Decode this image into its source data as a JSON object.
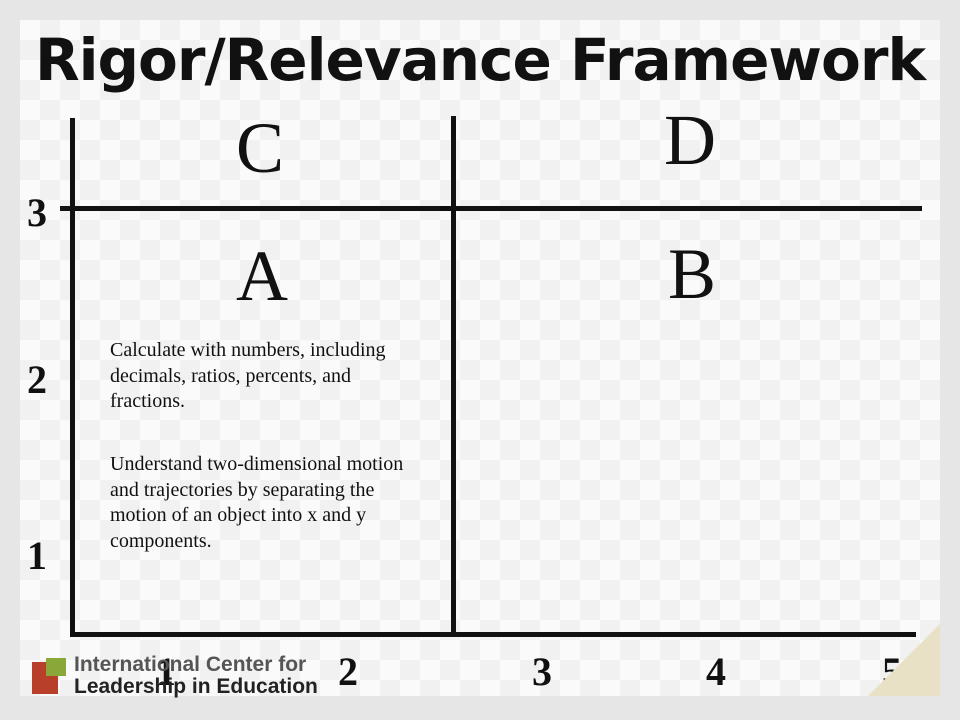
{
  "title": "Rigor/Relevance Framework",
  "quadrants": {
    "c": "C",
    "d": "D",
    "a": "A",
    "b": "B"
  },
  "y_axis_labels": [
    "3",
    "2",
    "1"
  ],
  "x_axis_labels": [
    "1",
    "2",
    "3",
    "4",
    "5"
  ],
  "quadrant_a_text": [
    "Calculate with numbers, including decimals, ratios, percents, and fractions.",
    "Understand two-dimensional motion and trajectories by separating the motion of an object into x and y components."
  ],
  "logo": {
    "line1": "International Center for",
    "line2": "Leadership in Education"
  },
  "colors": {
    "logo_red": "#b8402b",
    "logo_green": "#8aa83a",
    "text": "#111111"
  }
}
